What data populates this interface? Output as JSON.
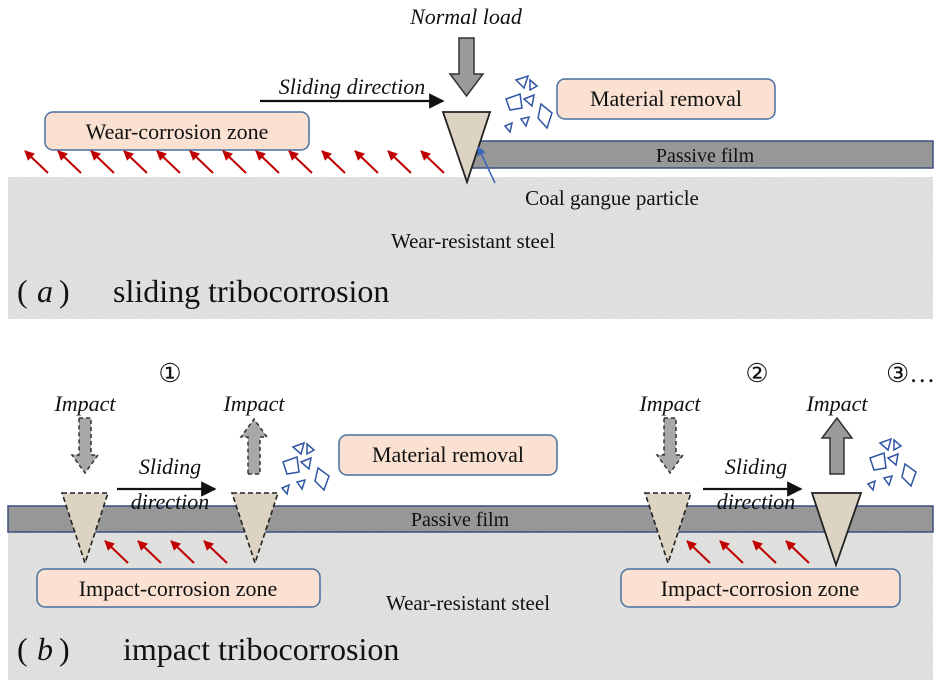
{
  "panel_a": {
    "normal_load": "Normal load",
    "sliding_direction": "Sliding direction",
    "material_removal": "Material removal",
    "wear_corrosion_zone": "Wear-corrosion zone",
    "passive_film": "Passive film",
    "coal_gangue_particle": "Coal gangue particle",
    "substrate": "Wear-resistant steel",
    "label_letter": "a",
    "label_text": "sliding tribocorrosion"
  },
  "panel_b": {
    "step_1": "①",
    "step_2": "②",
    "step_3": "③…",
    "impact_1": "Impact",
    "impact_2": "Impact",
    "impact_3": "Impact",
    "impact_4": "Impact",
    "sliding_1": "Sliding",
    "direction_1": "direction",
    "sliding_2": "Sliding",
    "direction_2": "direction",
    "material_removal": "Material removal",
    "passive_film": "Passive film",
    "impact_corrosion_zone_1": "Impact-corrosion zone",
    "impact_corrosion_zone_2": "Impact-corrosion zone",
    "substrate": "Wear-resistant steel",
    "label_letter": "b",
    "label_text": "impact tribocorrosion"
  },
  "colors": {
    "substrate": "#e6e6e4",
    "passive_film": "#979797",
    "particle": "#ddd3c2",
    "label_box": "#fbe1d1",
    "label_border": "#4a6fa0",
    "corrosion_arrow": "#c00000",
    "debris": "#2f55a4",
    "pointer": "#3a66b8"
  }
}
